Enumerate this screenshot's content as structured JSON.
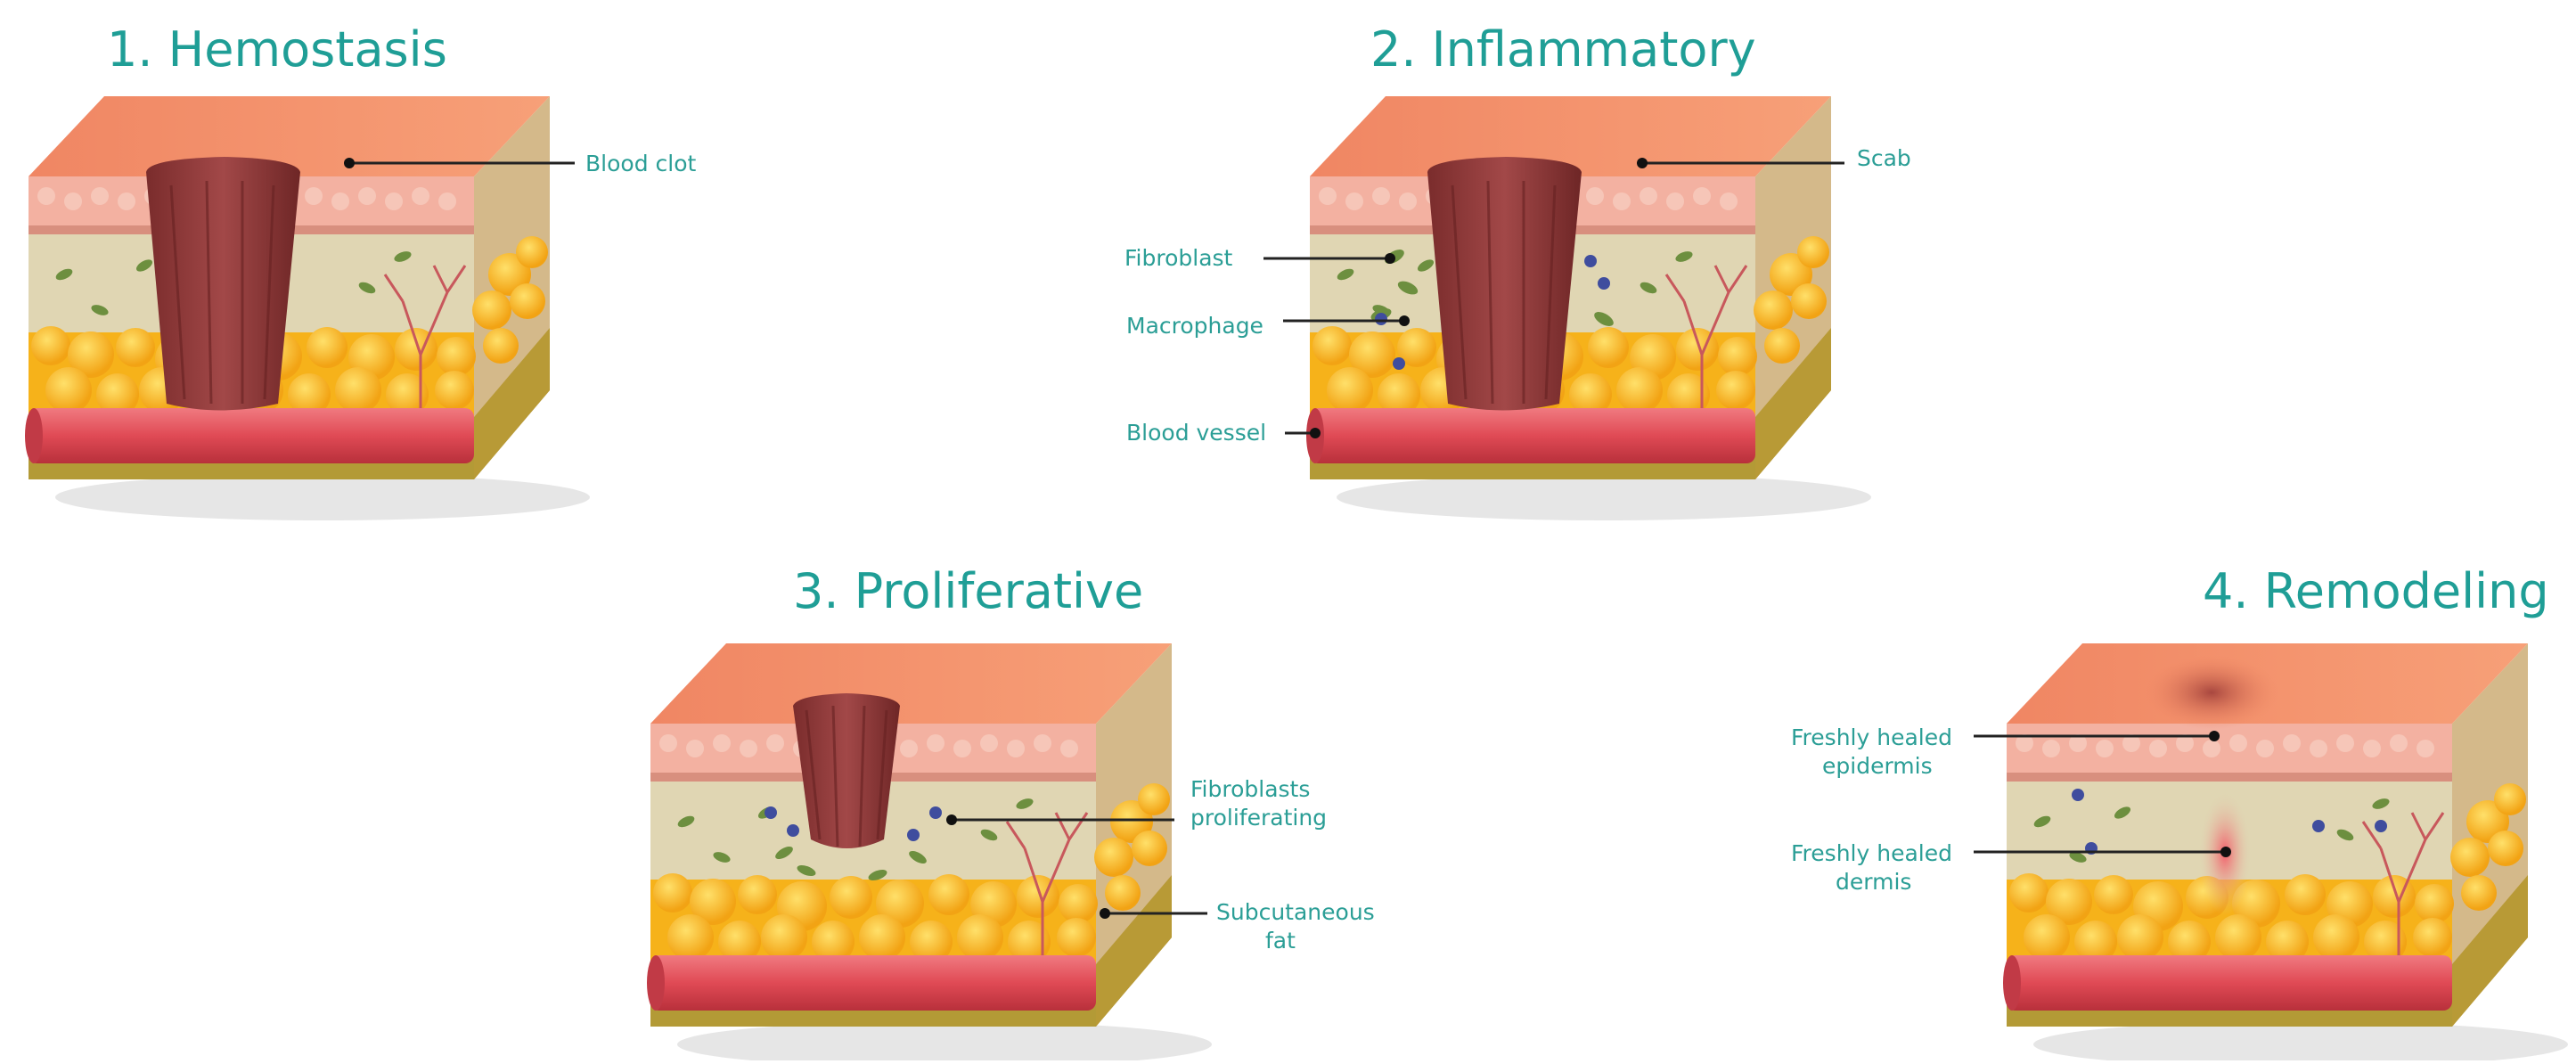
{
  "colors": {
    "title": "#1f9e96",
    "label": "#2b9e96",
    "epidermis": "#f38f6a",
    "skin_layer": "#f3b1a1",
    "dermis": "#e0d6b3",
    "fat": "#f6b21a",
    "vessel": "#e4525b",
    "wound": "#8d3a3a",
    "soil": "#b39a36"
  },
  "stages": [
    {
      "title": "1. Hemostasis",
      "labels": [
        "Blood clot"
      ]
    },
    {
      "title": "2. Inflammatory",
      "labels": [
        "Scab",
        "Fibroblast",
        "Macrophage",
        "Blood vessel"
      ]
    },
    {
      "title": "3. Proliferative",
      "labels": [
        [
          "Fibroblasts",
          "proliferating"
        ],
        [
          "Subcutaneous",
          "fat"
        ]
      ]
    },
    {
      "title": "4. Remodeling",
      "labels": [
        [
          "Freshly healed",
          "epidermis"
        ],
        [
          "Freshly healed",
          "dermis"
        ]
      ]
    }
  ]
}
